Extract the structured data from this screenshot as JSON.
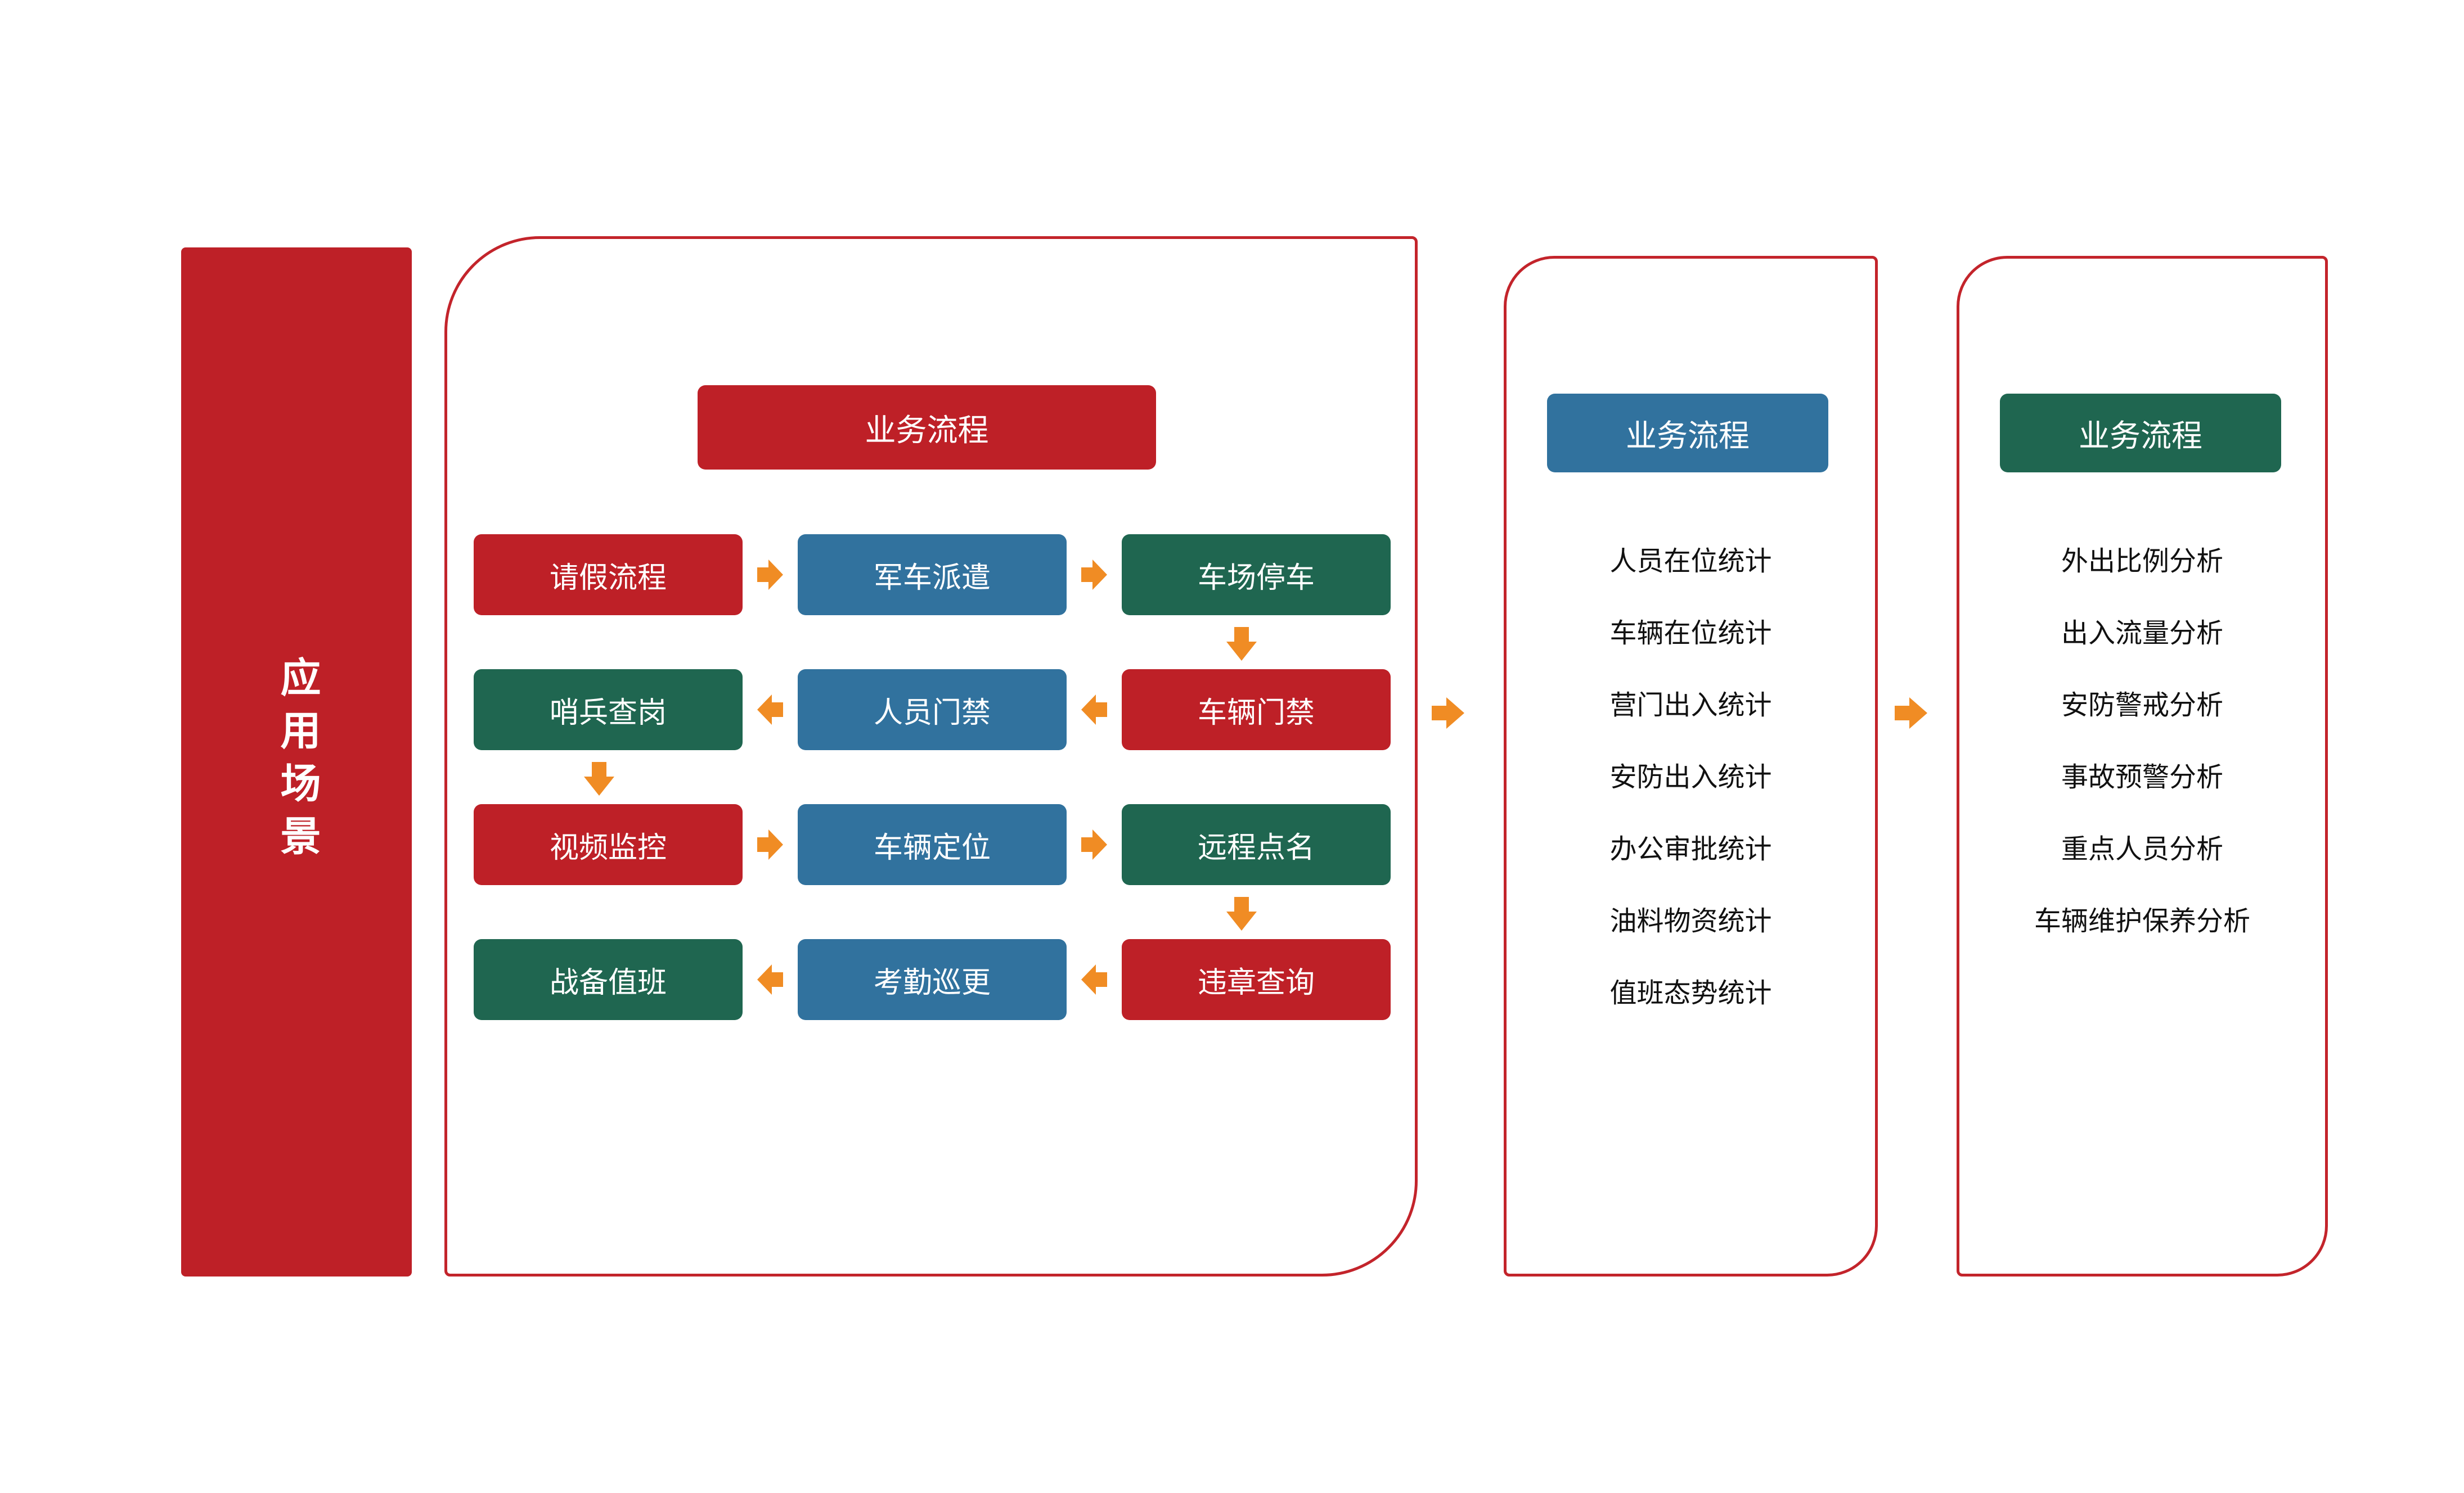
{
  "scenario_bar": {
    "label": "应用场景",
    "color": "#BE2027"
  },
  "palette": {
    "red": "#BE2027",
    "blue": "#31729E",
    "green": "#1F6650",
    "arrow_orange": "#F08C24",
    "panel_border": "#C3242B",
    "background": "#FFFFFF",
    "text_dark": "#111111",
    "text_light": "#FFFFFF"
  },
  "panels": {
    "process": {
      "header": "业务流程",
      "header_color": "#BE2027",
      "rows": [
        {
          "direction": "right",
          "cells": [
            {
              "label": "请假流程",
              "color": "red"
            },
            {
              "label": "军车派遣",
              "color": "blue"
            },
            {
              "label": "车场停车",
              "color": "green"
            }
          ]
        },
        {
          "direction": "left",
          "cells": [
            {
              "label": "哨兵查岗",
              "color": "green"
            },
            {
              "label": "人员门禁",
              "color": "blue"
            },
            {
              "label": "车辆门禁",
              "color": "red"
            }
          ]
        },
        {
          "direction": "right",
          "cells": [
            {
              "label": "视频监控",
              "color": "red"
            },
            {
              "label": "车辆定位",
              "color": "blue"
            },
            {
              "label": "远程点名",
              "color": "green"
            }
          ]
        },
        {
          "direction": "left",
          "cells": [
            {
              "label": "战备值班",
              "color": "green"
            },
            {
              "label": "考勤巡更",
              "color": "blue"
            },
            {
              "label": "违章查询",
              "color": "red"
            }
          ]
        }
      ],
      "vertical_connectors": [
        {
          "from": "车场停车",
          "to": "车辆门禁",
          "icon": "arrow-down-icon"
        },
        {
          "from": "哨兵查岗",
          "to": "视频监控",
          "icon": "arrow-down-icon"
        },
        {
          "from": "远程点名",
          "to": "违章查询",
          "icon": "arrow-down-icon"
        }
      ]
    },
    "statistics": {
      "header": "业务流程",
      "header_color": "#31729E",
      "items": [
        "人员在位统计",
        "车辆在位统计",
        "营门出入统计",
        "安防出入统计",
        "办公审批统计",
        "油料物资统计",
        "值班态势统计"
      ]
    },
    "analysis": {
      "header": "业务流程",
      "header_color": "#1F6650",
      "items": [
        "外出比例分析",
        "出入流量分析",
        "安防警戒分析",
        "事故预警分析",
        "重点人员分析",
        "车辆维护保养分析"
      ]
    }
  },
  "panel_connectors": [
    {
      "from": "process",
      "to": "statistics",
      "icon": "arrow-right-icon"
    },
    {
      "from": "statistics",
      "to": "analysis",
      "icon": "arrow-right-icon"
    }
  ]
}
